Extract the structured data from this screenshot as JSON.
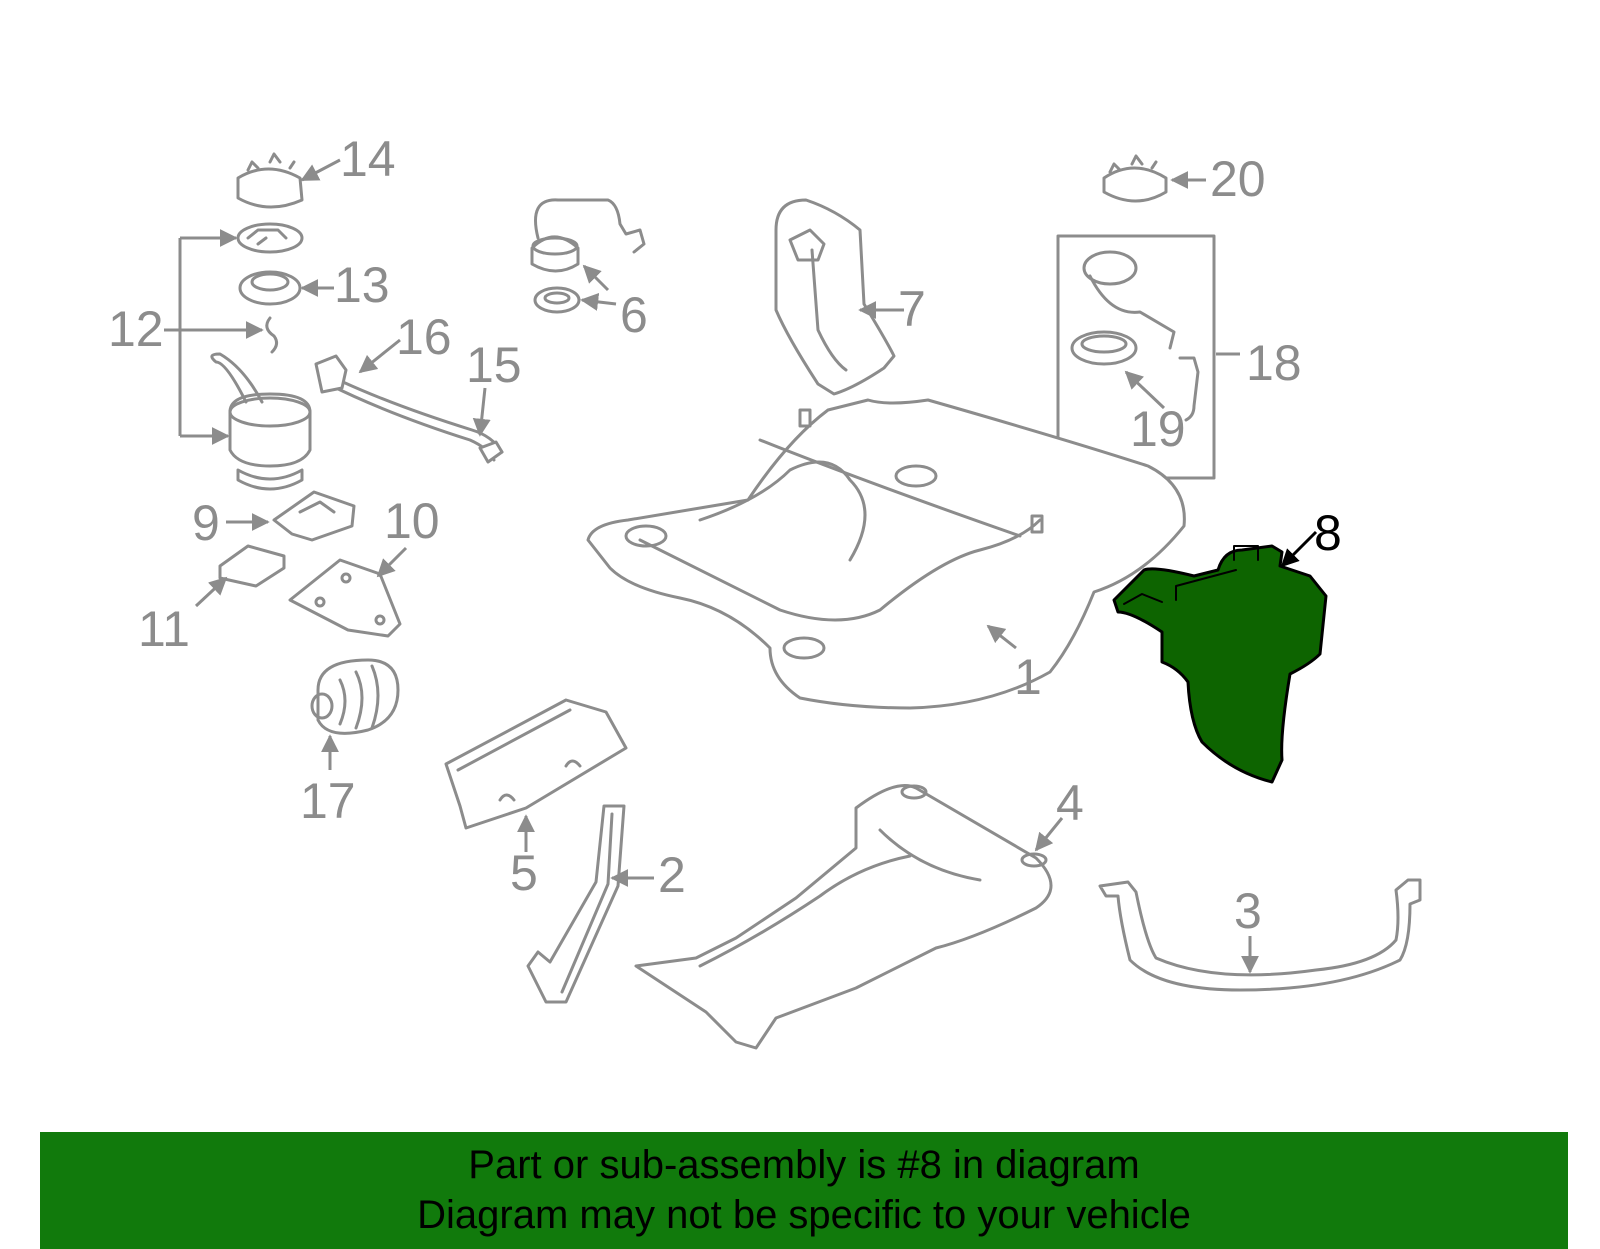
{
  "diagram": {
    "callouts": {
      "c1": "1",
      "c2": "2",
      "c3": "3",
      "c4": "4",
      "c5": "5",
      "c6": "6",
      "c7": "7",
      "c8": "8",
      "c9": "9",
      "c10": "10",
      "c11": "11",
      "c12": "12",
      "c13": "13",
      "c14": "14",
      "c15": "15",
      "c16": "16",
      "c17": "17",
      "c18": "18",
      "c19": "19",
      "c20": "20"
    },
    "highlighted_part": "8",
    "colors": {
      "line": "#8c8c8c",
      "highlight_fill": "#0d6400",
      "highlight_stroke": "#000000"
    }
  },
  "banner": {
    "line1": "Part or sub-assembly is #8 in diagram",
    "line2": "Diagram may not be specific to your vehicle",
    "background": "#117a0c"
  }
}
